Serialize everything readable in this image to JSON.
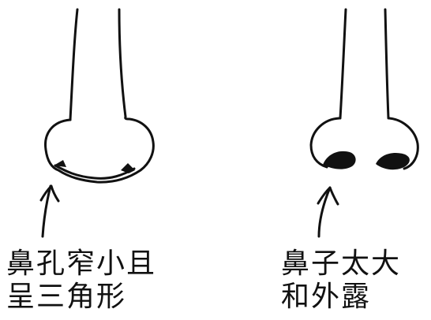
{
  "left_figure": {
    "caption_line_1": "鼻孔窄小且",
    "caption_line_2": "呈三角形"
  },
  "right_figure": {
    "caption_line_1": "鼻子太大",
    "caption_line_2": "和外露"
  },
  "colors": {
    "ink": "#111111",
    "background": "#ffffff"
  }
}
